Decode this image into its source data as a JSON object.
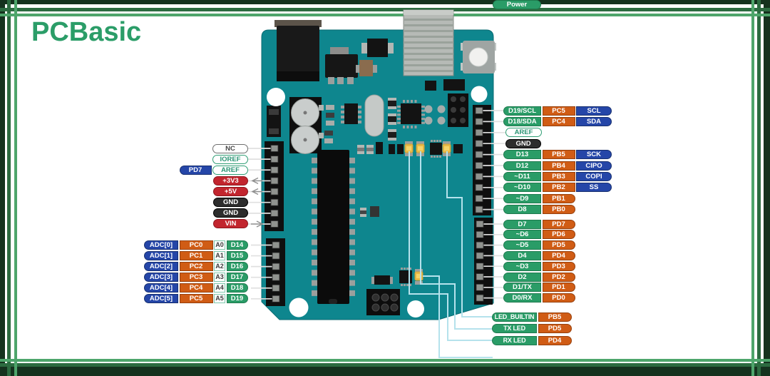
{
  "logo": {
    "text": "PCBasic"
  },
  "colors": {
    "digital_green": "#2a9c67",
    "port_orange": "#d05c15",
    "bus_blue": "#2546a8",
    "power_red": "#c2252e",
    "gnd_dark": "#2d2d2d",
    "board_teal": "#0e868e",
    "led_yellow": "#e9b944",
    "callout_line": "#e0e0e0",
    "led_line_cyan": "#b5e2ec",
    "frame_dark_green": "#2c6b40",
    "frame_light_green": "#4ea56b"
  },
  "pin_groups": {
    "left_power": {
      "rows": [
        {
          "cells": [
            {
              "t": "NC",
              "k": "nc"
            }
          ]
        },
        {
          "cells": [
            {
              "t": "IOREF",
              "k": "ref"
            }
          ]
        },
        {
          "cells": [
            {
              "t": "PD7",
              "k": "pd7"
            },
            {
              "t": "AREF",
              "k": "ref"
            }
          ]
        },
        {
          "cells": [
            {
              "t": "+3V3",
              "k": "pwr"
            }
          ],
          "arrow": "out"
        },
        {
          "cells": [
            {
              "t": "+5V",
              "k": "pwr"
            }
          ],
          "arrow": "out"
        },
        {
          "cells": [
            {
              "t": "GND",
              "k": "gnd"
            }
          ]
        },
        {
          "cells": [
            {
              "t": "GND",
              "k": "gnd"
            }
          ]
        },
        {
          "cells": [
            {
              "t": "VIN",
              "k": "pwr"
            }
          ],
          "arrow": "in"
        }
      ]
    },
    "left_adc": {
      "rows": [
        {
          "cells": [
            {
              "t": "ADC[0]",
              "k": "adc"
            },
            {
              "t": "PC0",
              "k": "port"
            },
            {
              "t": "A0",
              "k": "abox"
            },
            {
              "t": "D14",
              "k": "dgrn"
            }
          ]
        },
        {
          "cells": [
            {
              "t": "ADC[1]",
              "k": "adc"
            },
            {
              "t": "PC1",
              "k": "port"
            },
            {
              "t": "A1",
              "k": "abox"
            },
            {
              "t": "D15",
              "k": "dgrn"
            }
          ]
        },
        {
          "cells": [
            {
              "t": "ADC[2]",
              "k": "adc"
            },
            {
              "t": "PC2",
              "k": "port"
            },
            {
              "t": "A2",
              "k": "abox"
            },
            {
              "t": "D16",
              "k": "dgrn"
            }
          ]
        },
        {
          "cells": [
            {
              "t": "ADC[3]",
              "k": "adc"
            },
            {
              "t": "PC3",
              "k": "port"
            },
            {
              "t": "A3",
              "k": "abox"
            },
            {
              "t": "D17",
              "k": "dgrn"
            }
          ]
        },
        {
          "cells": [
            {
              "t": "ADC[4]",
              "k": "adc"
            },
            {
              "t": "PC4",
              "k": "port"
            },
            {
              "t": "A4",
              "k": "abox"
            },
            {
              "t": "D18",
              "k": "dgrn"
            }
          ]
        },
        {
          "cells": [
            {
              "t": "ADC[5]",
              "k": "adc"
            },
            {
              "t": "PC5",
              "k": "port"
            },
            {
              "t": "A5",
              "k": "abox"
            },
            {
              "t": "D19",
              "k": "dgrn"
            }
          ]
        }
      ]
    },
    "right_top": {
      "rows": [
        {
          "cells": [
            {
              "t": "D19/SCL",
              "k": "g"
            },
            {
              "t": "PC5",
              "k": "o"
            },
            {
              "t": "SCL",
              "k": "b"
            }
          ]
        },
        {
          "cells": [
            {
              "t": "D18/SDA",
              "k": "g"
            },
            {
              "t": "PC4",
              "k": "o"
            },
            {
              "t": "SDA",
              "k": "b"
            }
          ]
        },
        {
          "cells": [
            {
              "t": "AREF",
              "k": "sref"
            }
          ]
        },
        {
          "cells": [
            {
              "t": "GND",
              "k": "sgnd"
            }
          ]
        },
        {
          "cells": [
            {
              "t": "D13",
              "k": "g"
            },
            {
              "t": "PB5",
              "k": "o"
            },
            {
              "t": "SCK",
              "k": "b"
            }
          ]
        },
        {
          "cells": [
            {
              "t": "D12",
              "k": "g"
            },
            {
              "t": "PB4",
              "k": "o"
            },
            {
              "t": "CIPO",
              "k": "b"
            }
          ]
        },
        {
          "cells": [
            {
              "t": "~D11",
              "k": "g"
            },
            {
              "t": "PB3",
              "k": "o"
            },
            {
              "t": "COPI",
              "k": "b"
            }
          ]
        },
        {
          "cells": [
            {
              "t": "~D10",
              "k": "g"
            },
            {
              "t": "PB2",
              "k": "o"
            },
            {
              "t": "SS",
              "k": "b"
            }
          ]
        },
        {
          "cells": [
            {
              "t": "~D9",
              "k": "g"
            },
            {
              "t": "PB1",
              "k": "ob"
            }
          ]
        },
        {
          "cells": [
            {
              "t": "D8",
              "k": "g"
            },
            {
              "t": "PB0",
              "k": "ob"
            }
          ]
        }
      ]
    },
    "right_digital": {
      "rows": [
        {
          "cells": [
            {
              "t": "D7",
              "k": "g"
            },
            {
              "t": "PD7",
              "k": "ob"
            }
          ]
        },
        {
          "cells": [
            {
              "t": "~D6",
              "k": "g"
            },
            {
              "t": "PD6",
              "k": "ob"
            }
          ]
        },
        {
          "cells": [
            {
              "t": "~D5",
              "k": "g"
            },
            {
              "t": "PD5",
              "k": "ob"
            }
          ]
        },
        {
          "cells": [
            {
              "t": "D4",
              "k": "g"
            },
            {
              "t": "PD4",
              "k": "ob"
            }
          ]
        },
        {
          "cells": [
            {
              "t": "~D3",
              "k": "g"
            },
            {
              "t": "PD3",
              "k": "ob"
            }
          ]
        },
        {
          "cells": [
            {
              "t": "D2",
              "k": "g"
            },
            {
              "t": "PD2",
              "k": "ob"
            }
          ]
        },
        {
          "cells": [
            {
              "t": "D1/TX",
              "k": "g"
            },
            {
              "t": "PD1",
              "k": "ob"
            }
          ]
        },
        {
          "cells": [
            {
              "t": "D0/RX",
              "k": "g"
            },
            {
              "t": "PD0",
              "k": "ob"
            }
          ]
        }
      ]
    },
    "right_led": {
      "rows": [
        {
          "cells": [
            {
              "t": "LED_BUILTIN",
              "k": "lg"
            },
            {
              "t": "PB5",
              "k": "lo"
            }
          ]
        },
        {
          "cells": [
            {
              "t": "TX LED",
              "k": "lg"
            },
            {
              "t": "PD5",
              "k": "lo"
            }
          ]
        },
        {
          "cells": [
            {
              "t": "RX LED",
              "k": "lg"
            },
            {
              "t": "PD4",
              "k": "lo"
            }
          ]
        }
      ]
    },
    "right_power": {
      "rows": [
        {
          "cells": [
            {
              "t": "Power",
              "k": "pow"
            }
          ]
        }
      ]
    }
  }
}
